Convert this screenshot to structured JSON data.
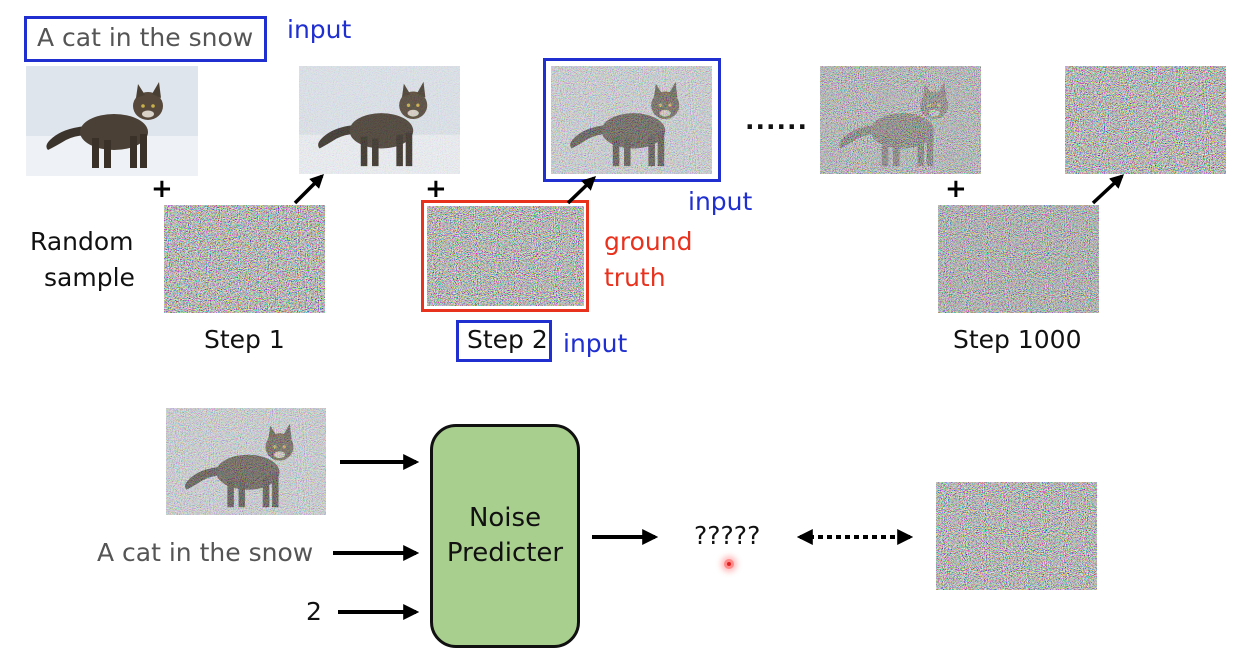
{
  "prompt_box": "A cat in the snow",
  "labels": {
    "input_top": "input",
    "input_mid": "input",
    "input_step2": "input",
    "ground": "ground",
    "truth": "truth",
    "random": "Random",
    "sample": "sample",
    "step1": "Step 1",
    "step2": "Step 2",
    "step1000": "Step 1000",
    "ellipsis": "......",
    "plus": "+"
  },
  "bottom": {
    "text_input": "A cat in the snow",
    "step_input": "2",
    "predictor_line1": "Noise",
    "predictor_line2": "Predicter",
    "output": "?????"
  },
  "colors": {
    "input_box": "#1f2fd0",
    "ground_truth_box": "#e8321e",
    "predictor_fill": "#a9cf8f"
  }
}
